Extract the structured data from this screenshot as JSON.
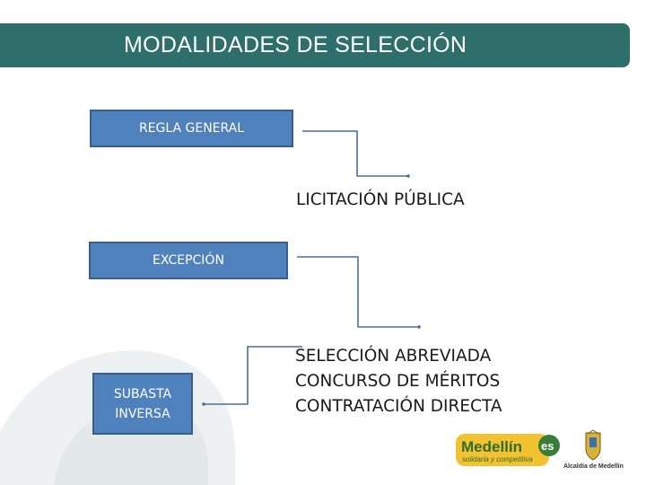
{
  "title": "MODALIDADES DE SELECCIÓN",
  "boxes": {
    "regla_general": "REGLA GENERAL",
    "excepcion": "EXCEPCIÓN",
    "subasta_inversa": [
      "SUBASTA",
      "INVERSA"
    ]
  },
  "targets": {
    "licitacion": "LICITACIÓN PÚBLICA",
    "group": [
      "SELECCIÓN ABREVIADA",
      "CONCURSO DE MÉRITOS",
      "CONTRATACIÓN DIRECTA"
    ]
  },
  "logos": {
    "medellin_word": "Medellín",
    "medellin_tagline": "solidaria y competitiva",
    "es_mark": "es",
    "alcaldia": "Alcaldía de Medellín"
  },
  "colors": {
    "title_bar": "#2e6f6b",
    "box_fill": "#4f81bd",
    "connector": "#4a6f9a",
    "logo_yellow": "#f2c230",
    "logo_green": "#3a7d3a"
  }
}
